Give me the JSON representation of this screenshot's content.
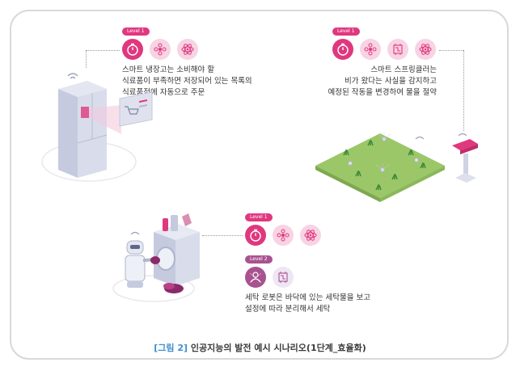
{
  "scenario1": {
    "level": "Level 1",
    "lines": [
      "스마트 냉장고는 소비해야 할",
      "식료품이 부족하면 저장되어 있는 목록의",
      "식료품점에 자동으로 주문"
    ],
    "icons": [
      "timer-icon",
      "network-icon",
      "atom-icon"
    ]
  },
  "scenario2": {
    "level": "Level 1",
    "lines": [
      "스마트 스프링클러는",
      "비가 왔다는 사실을 감지하고",
      "예정된 작동을 변경하여 물을 절약"
    ],
    "icons": [
      "timer-icon",
      "network-icon",
      "chip-icon",
      "atom-icon"
    ]
  },
  "scenario3": {
    "level1": "Level 1",
    "level2": "Level 2",
    "lines": [
      "세탁 로봇은 바닥에 있는 세탁물을 보고",
      "설정에 따라 분리해서 세탁"
    ],
    "icons_l1": [
      "timer-icon",
      "network-icon",
      "atom-icon"
    ],
    "icons_l2": [
      "person-icon",
      "chip-icon"
    ]
  },
  "caption": {
    "figure": "[그림 2]",
    "title": "인공지능의 발전 예시 시나리오(1단계_효율화)"
  },
  "colors": {
    "accent": "#e0387e",
    "accent_light": "#f7d3e3",
    "lavender": "#efe6f3",
    "caption_blue": "#3f8fcf"
  }
}
